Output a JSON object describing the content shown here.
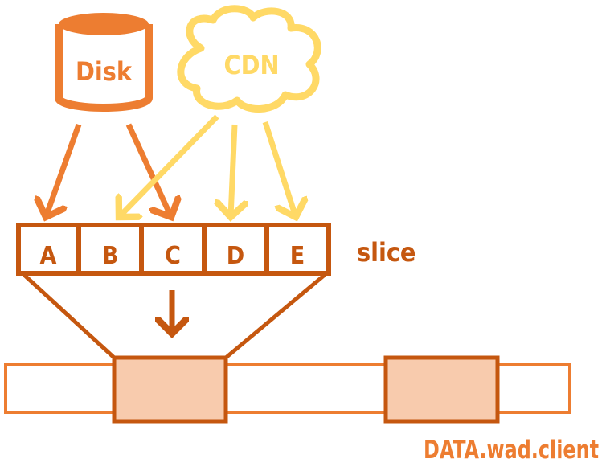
{
  "sources": {
    "disk": "Disk",
    "cdn": "CDN"
  },
  "slice": {
    "label": "slice",
    "cells": [
      "A",
      "B",
      "C",
      "D",
      "E"
    ]
  },
  "file": {
    "label": "DATA.wad.client"
  },
  "colors": {
    "dark": "#c5570f",
    "orange": "#ed7d31",
    "yellow": "#ffd966",
    "fill": "#f8cbad"
  }
}
